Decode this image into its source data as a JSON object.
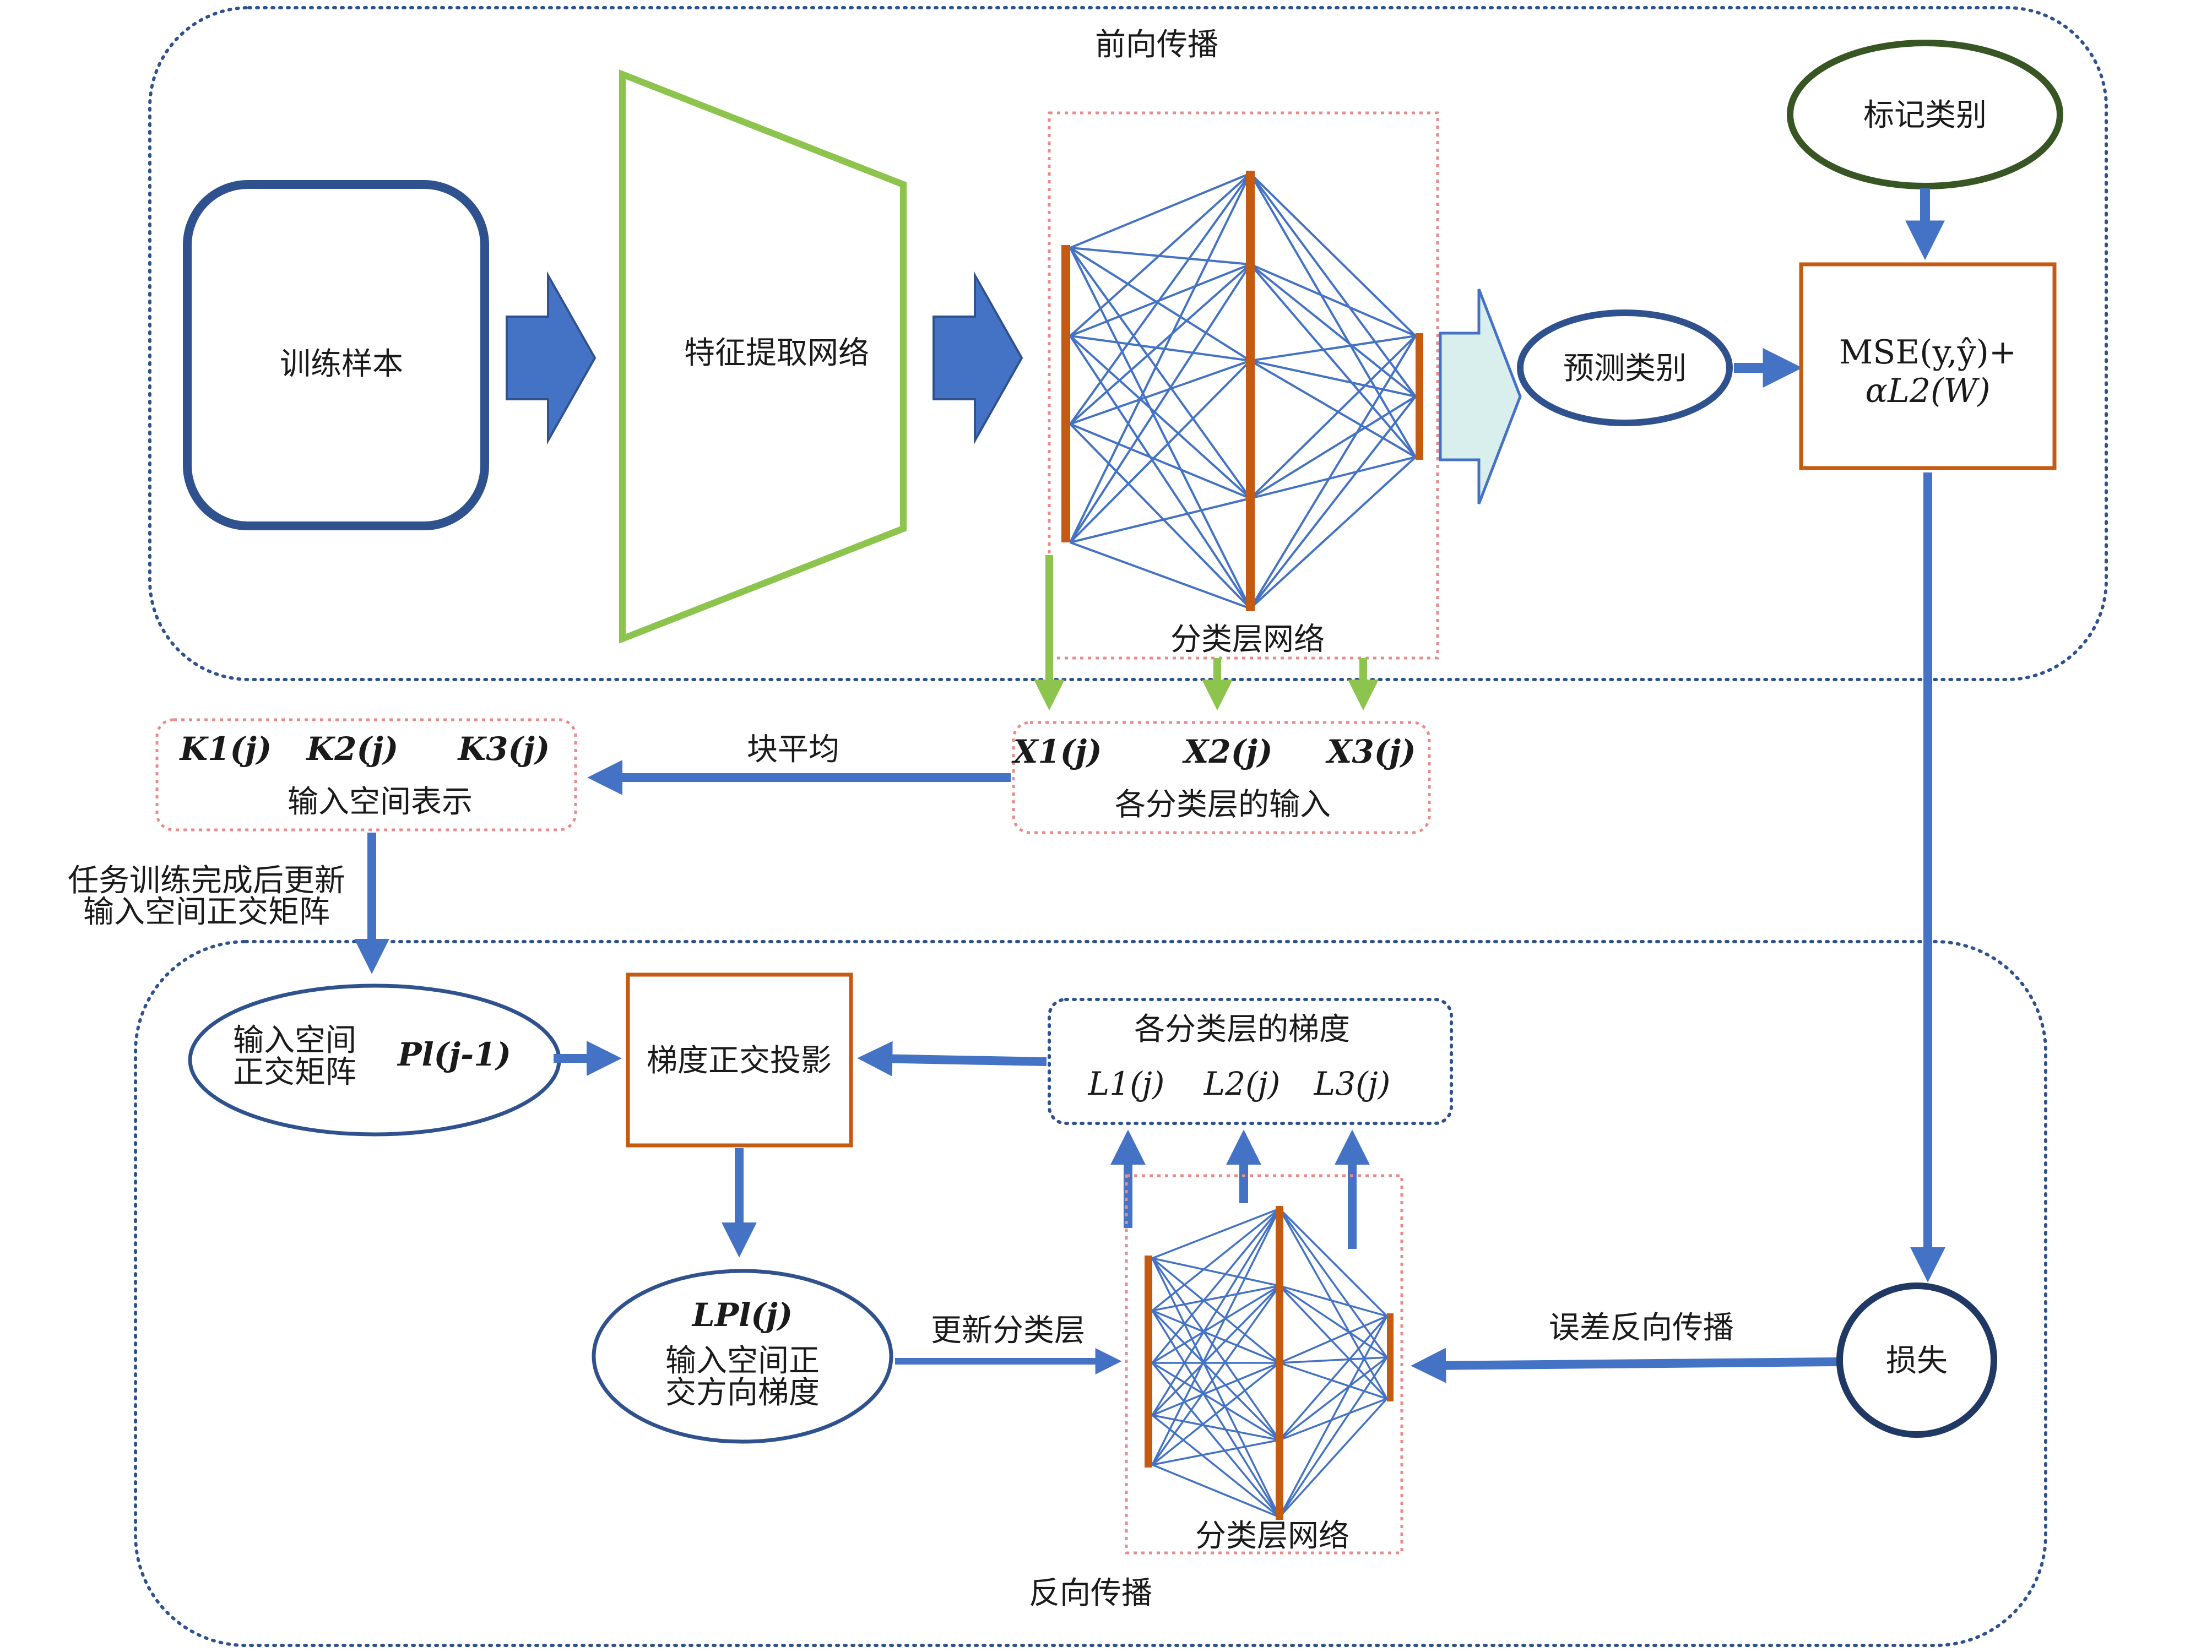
{
  "forward": {
    "title": "前向传播"
  },
  "backward": {
    "title": "反向传播"
  },
  "training_samples": {
    "label": "训练样本"
  },
  "feature_net": {
    "label": "特征提取网络"
  },
  "classifier_top": {
    "label": "分类层网络"
  },
  "classifier_bottom": {
    "label": "分类层网络"
  },
  "predicted": {
    "label": "预测类别"
  },
  "labeled": {
    "label": "标记类别"
  },
  "mse_box": {
    "line1": "MSE(y,ŷ)+",
    "line2": "αL2(W)"
  },
  "loss": {
    "label": "损失"
  },
  "inputs_box": {
    "x1": "X1(j)",
    "x2": "X2(j)",
    "x3": "X3(j)",
    "caption": "各分类层的输入"
  },
  "block_avg": {
    "label": "块平均"
  },
  "space_box": {
    "k1": "K1(j)",
    "k2": "K2(j)",
    "k3": "K3(j)",
    "caption": "输入空间表示"
  },
  "update_note": {
    "line1": "任务训练完成后更新",
    "line2": "输入空间正交矩阵"
  },
  "proj_matrix": {
    "line1": "输入空间",
    "line2": "正交矩阵",
    "symbol": "Pl(j-1)"
  },
  "grad_proj": {
    "label": "梯度正交投影"
  },
  "grads_box": {
    "title": "各分类层的梯度",
    "l1": "L1(j)",
    "l2": "L2(j)",
    "l3": "L3(j)"
  },
  "orth_grad": {
    "symbol": "LPl(j)",
    "line1": "输入空间正",
    "line2": "交方向梯度"
  },
  "update_layer": {
    "label": "更新分类层"
  },
  "error_bp": {
    "label": "误差反向传播"
  },
  "colors": {
    "blue_arrow": "#4472c4",
    "navy": "#2f528f",
    "green": "#8dc44e",
    "orange": "#c55a11",
    "dark_green": "#375623",
    "teal_fill": "#d9efee",
    "pink_dotted": "#e88b8b",
    "line_blue": "#4472c4"
  }
}
